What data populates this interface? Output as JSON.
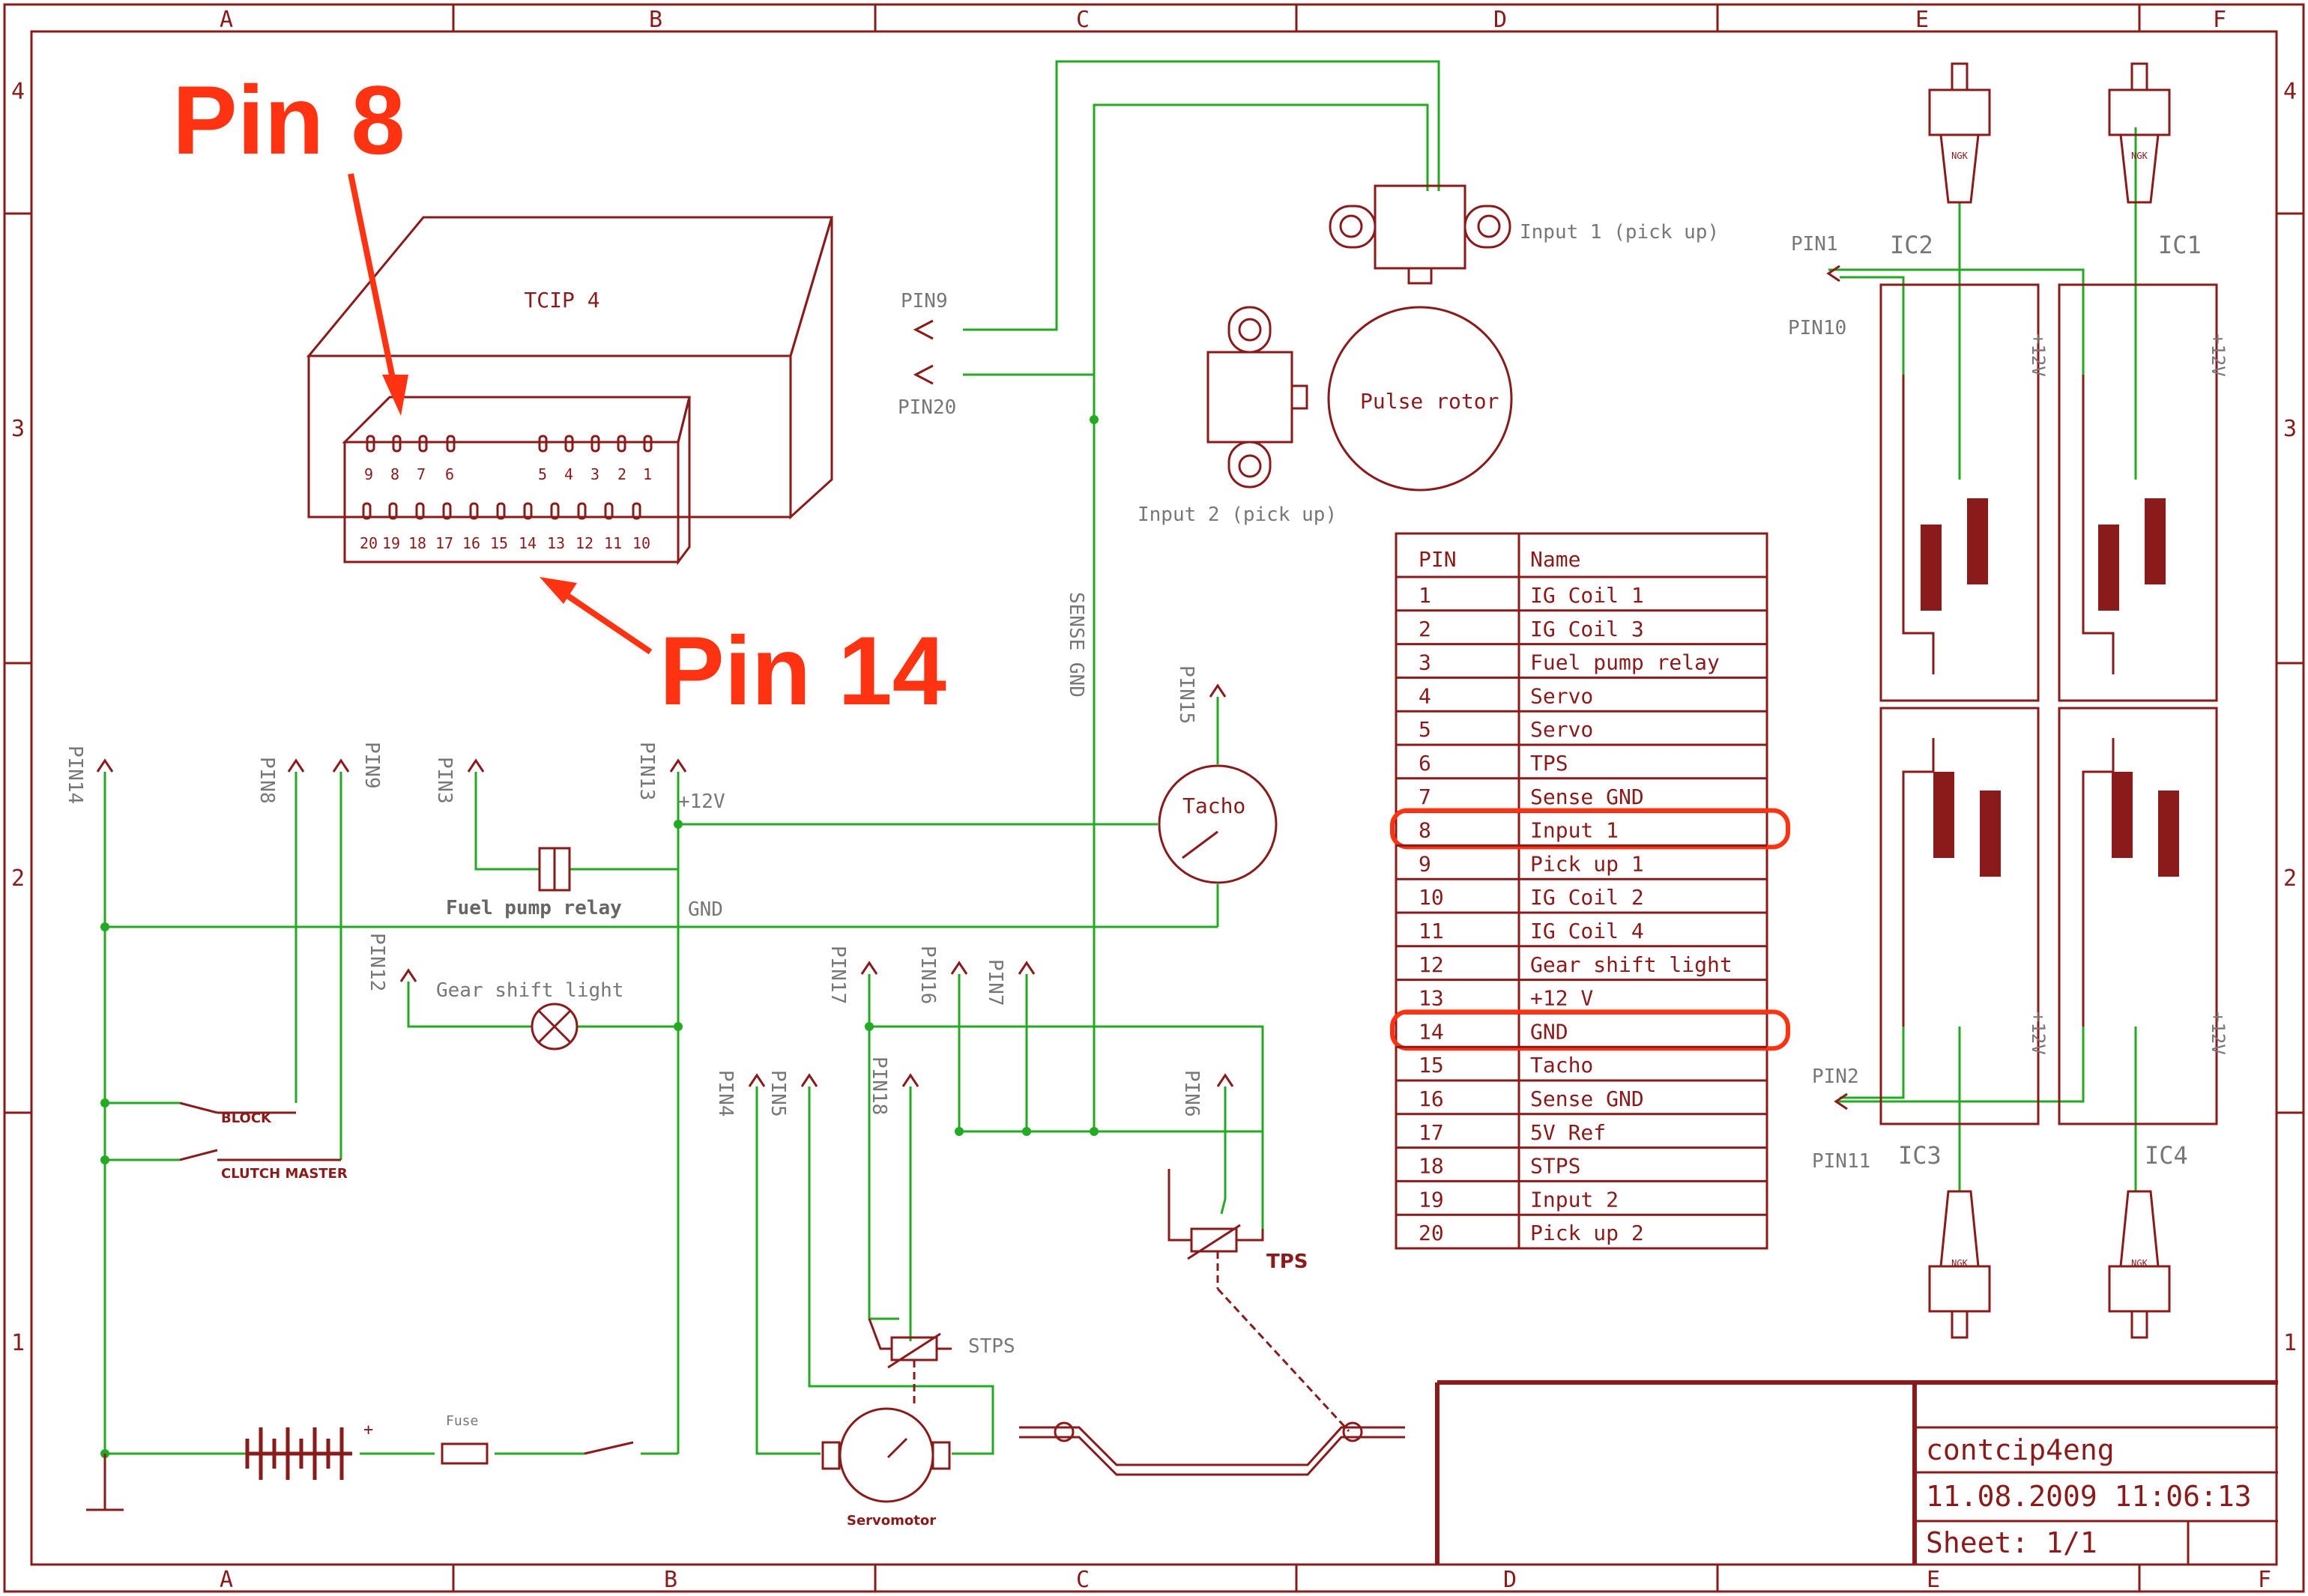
{
  "frame": {
    "cols": [
      "A",
      "B",
      "C",
      "D",
      "E",
      "F"
    ],
    "rows": [
      "4",
      "3",
      "2",
      "1"
    ]
  },
  "annotations": {
    "pin8": "Pin 8",
    "pin14": "Pin 14"
  },
  "connector": {
    "title": "TCIP 4",
    "top_left_pins": [
      "9",
      "8",
      "7",
      "6"
    ],
    "top_right_pins": [
      "5",
      "4",
      "3",
      "2",
      "1"
    ],
    "bottom_pins": [
      "20",
      "19",
      "18",
      "17",
      "16",
      "15",
      "14",
      "13",
      "12",
      "11",
      "10"
    ]
  },
  "pins_left": [
    "PIN14",
    "PIN8",
    "PIN9",
    "PIN3",
    "PIN13",
    "PIN12",
    "PIN17",
    "PIN16",
    "PIN7",
    "PIN4",
    "PIN5",
    "PIN18",
    "PIN6",
    "PIN15"
  ],
  "pins_top": [
    "PIN9",
    "PIN20"
  ],
  "pins_right": [
    "PIN1",
    "PIN10",
    "PIN2",
    "PIN11"
  ],
  "labels": {
    "input1": "Input 1 (pick up)",
    "input2": "Input 2 (pick up)",
    "pulse_rotor": "Pulse rotor",
    "sense_gnd": "SENSE GND",
    "tacho": "Tacho",
    "v12": "+12V",
    "fuel_pump_relay": "Fuel pump relay",
    "gnd": "GND",
    "gear_shift_light": "Gear shift light",
    "block": "BLOCK",
    "clutch_master": "CLUTCH MASTER",
    "stps": "STPS",
    "tps": "TPS",
    "servomotor": "Servomotor",
    "fuse": "Fuse",
    "battery_plus": "+",
    "coil_plus": "+12V"
  },
  "coils": [
    "IC2",
    "IC1",
    "IC3",
    "IC4"
  ],
  "plug_brand": "NGK",
  "pin_table": {
    "headers": [
      "PIN",
      "Name"
    ],
    "rows": [
      [
        "1",
        "IG Coil 1"
      ],
      [
        "2",
        "IG Coil 3"
      ],
      [
        "3",
        "Fuel pump relay"
      ],
      [
        "4",
        "Servo"
      ],
      [
        "5",
        "Servo"
      ],
      [
        "6",
        "TPS"
      ],
      [
        "7",
        "Sense GND"
      ],
      [
        "8",
        "Input 1"
      ],
      [
        "9",
        "Pick up 1"
      ],
      [
        "10",
        "IG Coil 2"
      ],
      [
        "11",
        "IG Coil 4"
      ],
      [
        "12",
        "Gear shift light"
      ],
      [
        "13",
        "+12 V"
      ],
      [
        "14",
        "GND"
      ],
      [
        "15",
        "Tacho"
      ],
      [
        "16",
        "Sense GND"
      ],
      [
        "17",
        "5V Ref"
      ],
      [
        "18",
        "STPS"
      ],
      [
        "19",
        "Input 2"
      ],
      [
        "20",
        "Pick up 2"
      ]
    ],
    "highlighted": [
      "8",
      "14"
    ]
  },
  "title_block": {
    "name": "contcip4eng",
    "date": "11.08.2009 11:06:13",
    "sheet": "Sheet: 1/1"
  },
  "colors": {
    "frame": "#8b1a1a",
    "wire": "#22aa22",
    "annotation": "#ff3311",
    "label": "#777777"
  }
}
